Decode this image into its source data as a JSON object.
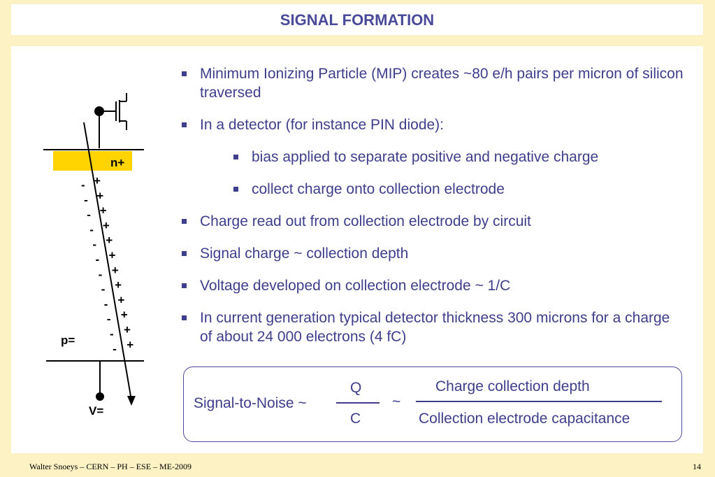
{
  "title": "SIGNAL FORMATION",
  "bullets": [
    {
      "text": "Minimum Ionizing Particle (MIP) creates ~80 e/h pairs per micron of silicon traversed"
    },
    {
      "text": "In a detector (for instance PIN diode):"
    },
    {
      "text": "bias applied to separate positive and negative charge"
    },
    {
      "text": "collect charge onto collection electrode"
    },
    {
      "text": "Charge read out from collection electrode by circuit"
    },
    {
      "text": "Signal charge ~ collection depth"
    },
    {
      "text": "Voltage developed on collection electrode ~ 1/C"
    },
    {
      "text": "In current generation typical detector thickness 300 microns for a charge of about 24 000 electrons (4 fC)"
    }
  ],
  "diagram": {
    "n_region_label": "n+",
    "p_region_label": "p=",
    "bias_label": "V=",
    "minus_sign": "-",
    "plus_sign": "+",
    "n_region_color": "#ffd400"
  },
  "formula": {
    "lhs": "Signal-to-Noise ~",
    "numerator": "Q",
    "denominator": "C",
    "approx": "~",
    "right_numerator": "Charge collection depth",
    "right_denominator": "Collection electrode capacitance"
  },
  "footer": {
    "author": "Walter Snoeys – CERN – PH – ESE – ME-2009",
    "page_number": "14"
  },
  "colors": {
    "background": "#fdf2c4",
    "text_accent": "#3e3e8c"
  }
}
